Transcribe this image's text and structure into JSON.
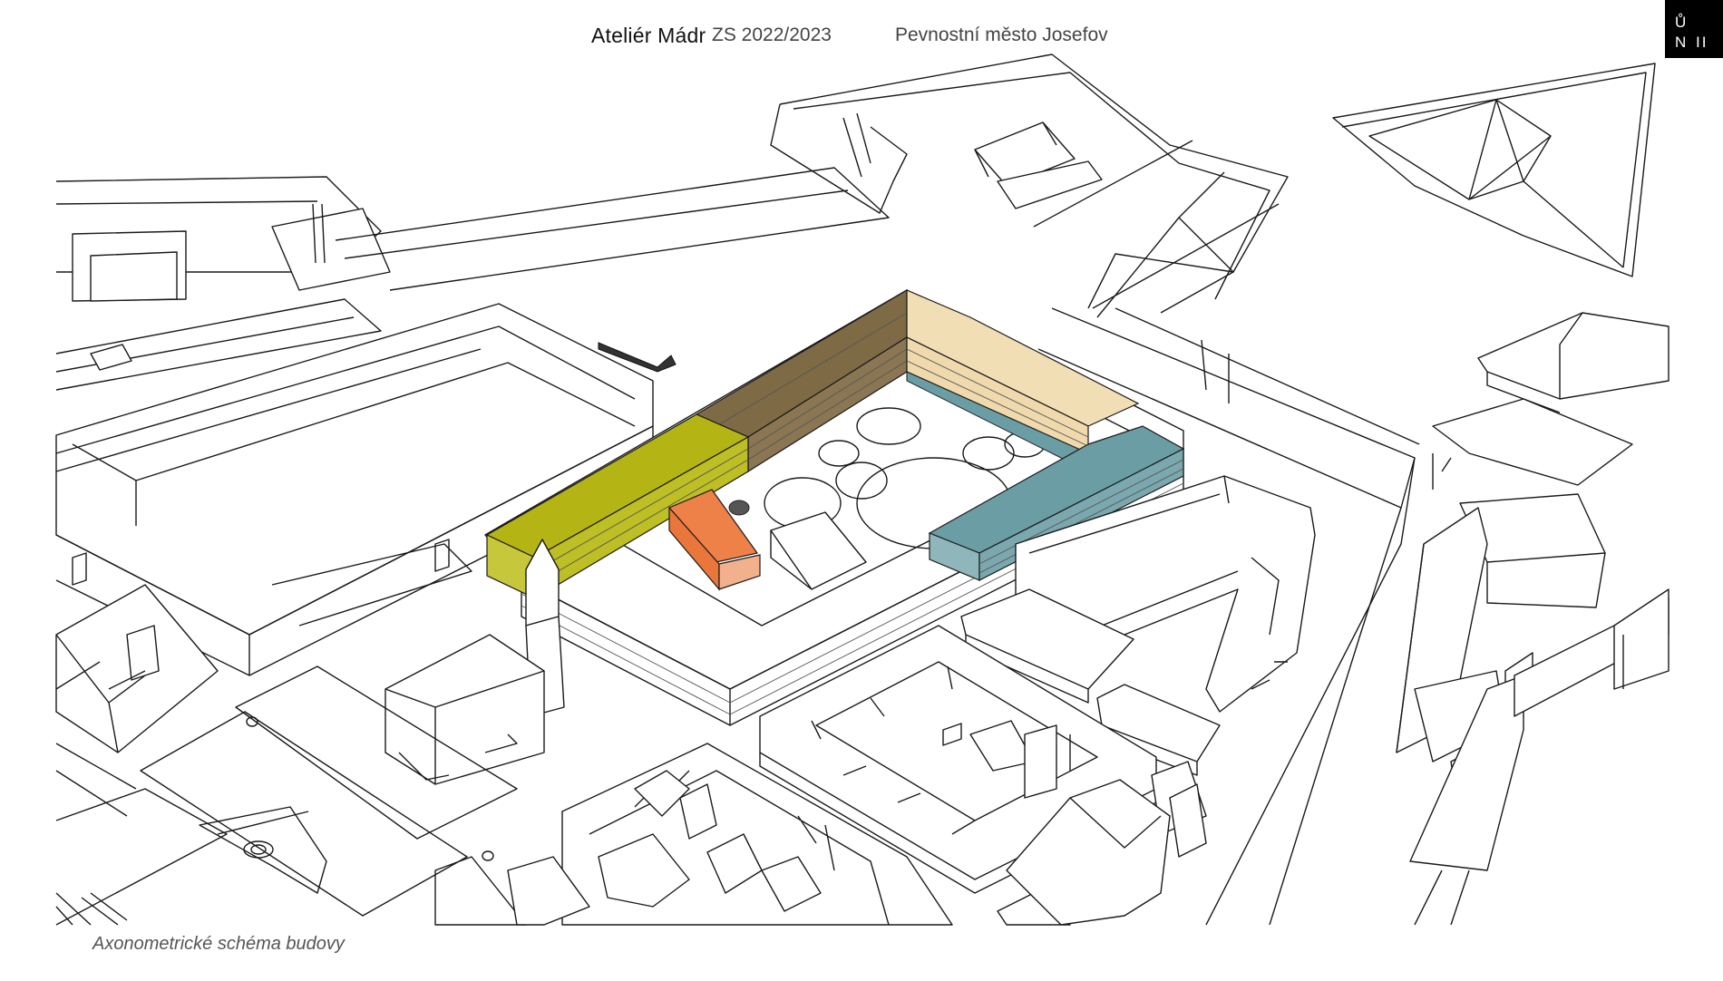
{
  "header": {
    "studio": "Ateliér Mádr",
    "term": "ZS 2022/2023",
    "project": "Pevnostní město Josefov"
  },
  "logo": {
    "line1": "Ů",
    "line2": "N",
    "line3": "II"
  },
  "caption": "Axonometrické schéma budovy",
  "colors": {
    "wing_olive": "#b4b515",
    "wing_brown": "#7e6a45",
    "wing_beige": "#f2deb5",
    "wing_teal": "#6a9da4",
    "annex_orange": "#ee8148",
    "annex_orange_front": "#f2b08c",
    "line": "#1a1a1a",
    "background": "#ffffff"
  }
}
